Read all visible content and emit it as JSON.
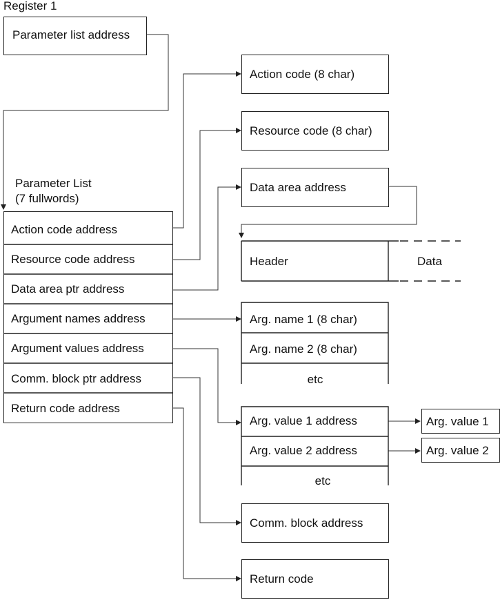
{
  "register": {
    "label": "Register 1",
    "cell": "Parameter list address"
  },
  "param_list": {
    "title": "Parameter List",
    "subtitle": "(7 fullwords)",
    "rows": [
      "Action code address",
      "Resource code address",
      "Data area ptr address",
      "Argument names address",
      "Argument values address",
      "Comm. block ptr address",
      "Return code address"
    ]
  },
  "targets": {
    "action_code": "Action code (8 char)",
    "resource_code": "Resource code (8 char)",
    "data_area_address": "Data area address",
    "header": "Header",
    "data": "Data",
    "arg_names": [
      "Arg. name 1 (8 char)",
      "Arg. name 2 (8 char)",
      "etc"
    ],
    "arg_values": [
      "Arg. value 1 address",
      "Arg. value 2 address",
      "etc"
    ],
    "arg_value_items": [
      "Arg. value 1",
      "Arg. value 2"
    ],
    "comm_block": "Comm. block address",
    "return_code": "Return code"
  }
}
